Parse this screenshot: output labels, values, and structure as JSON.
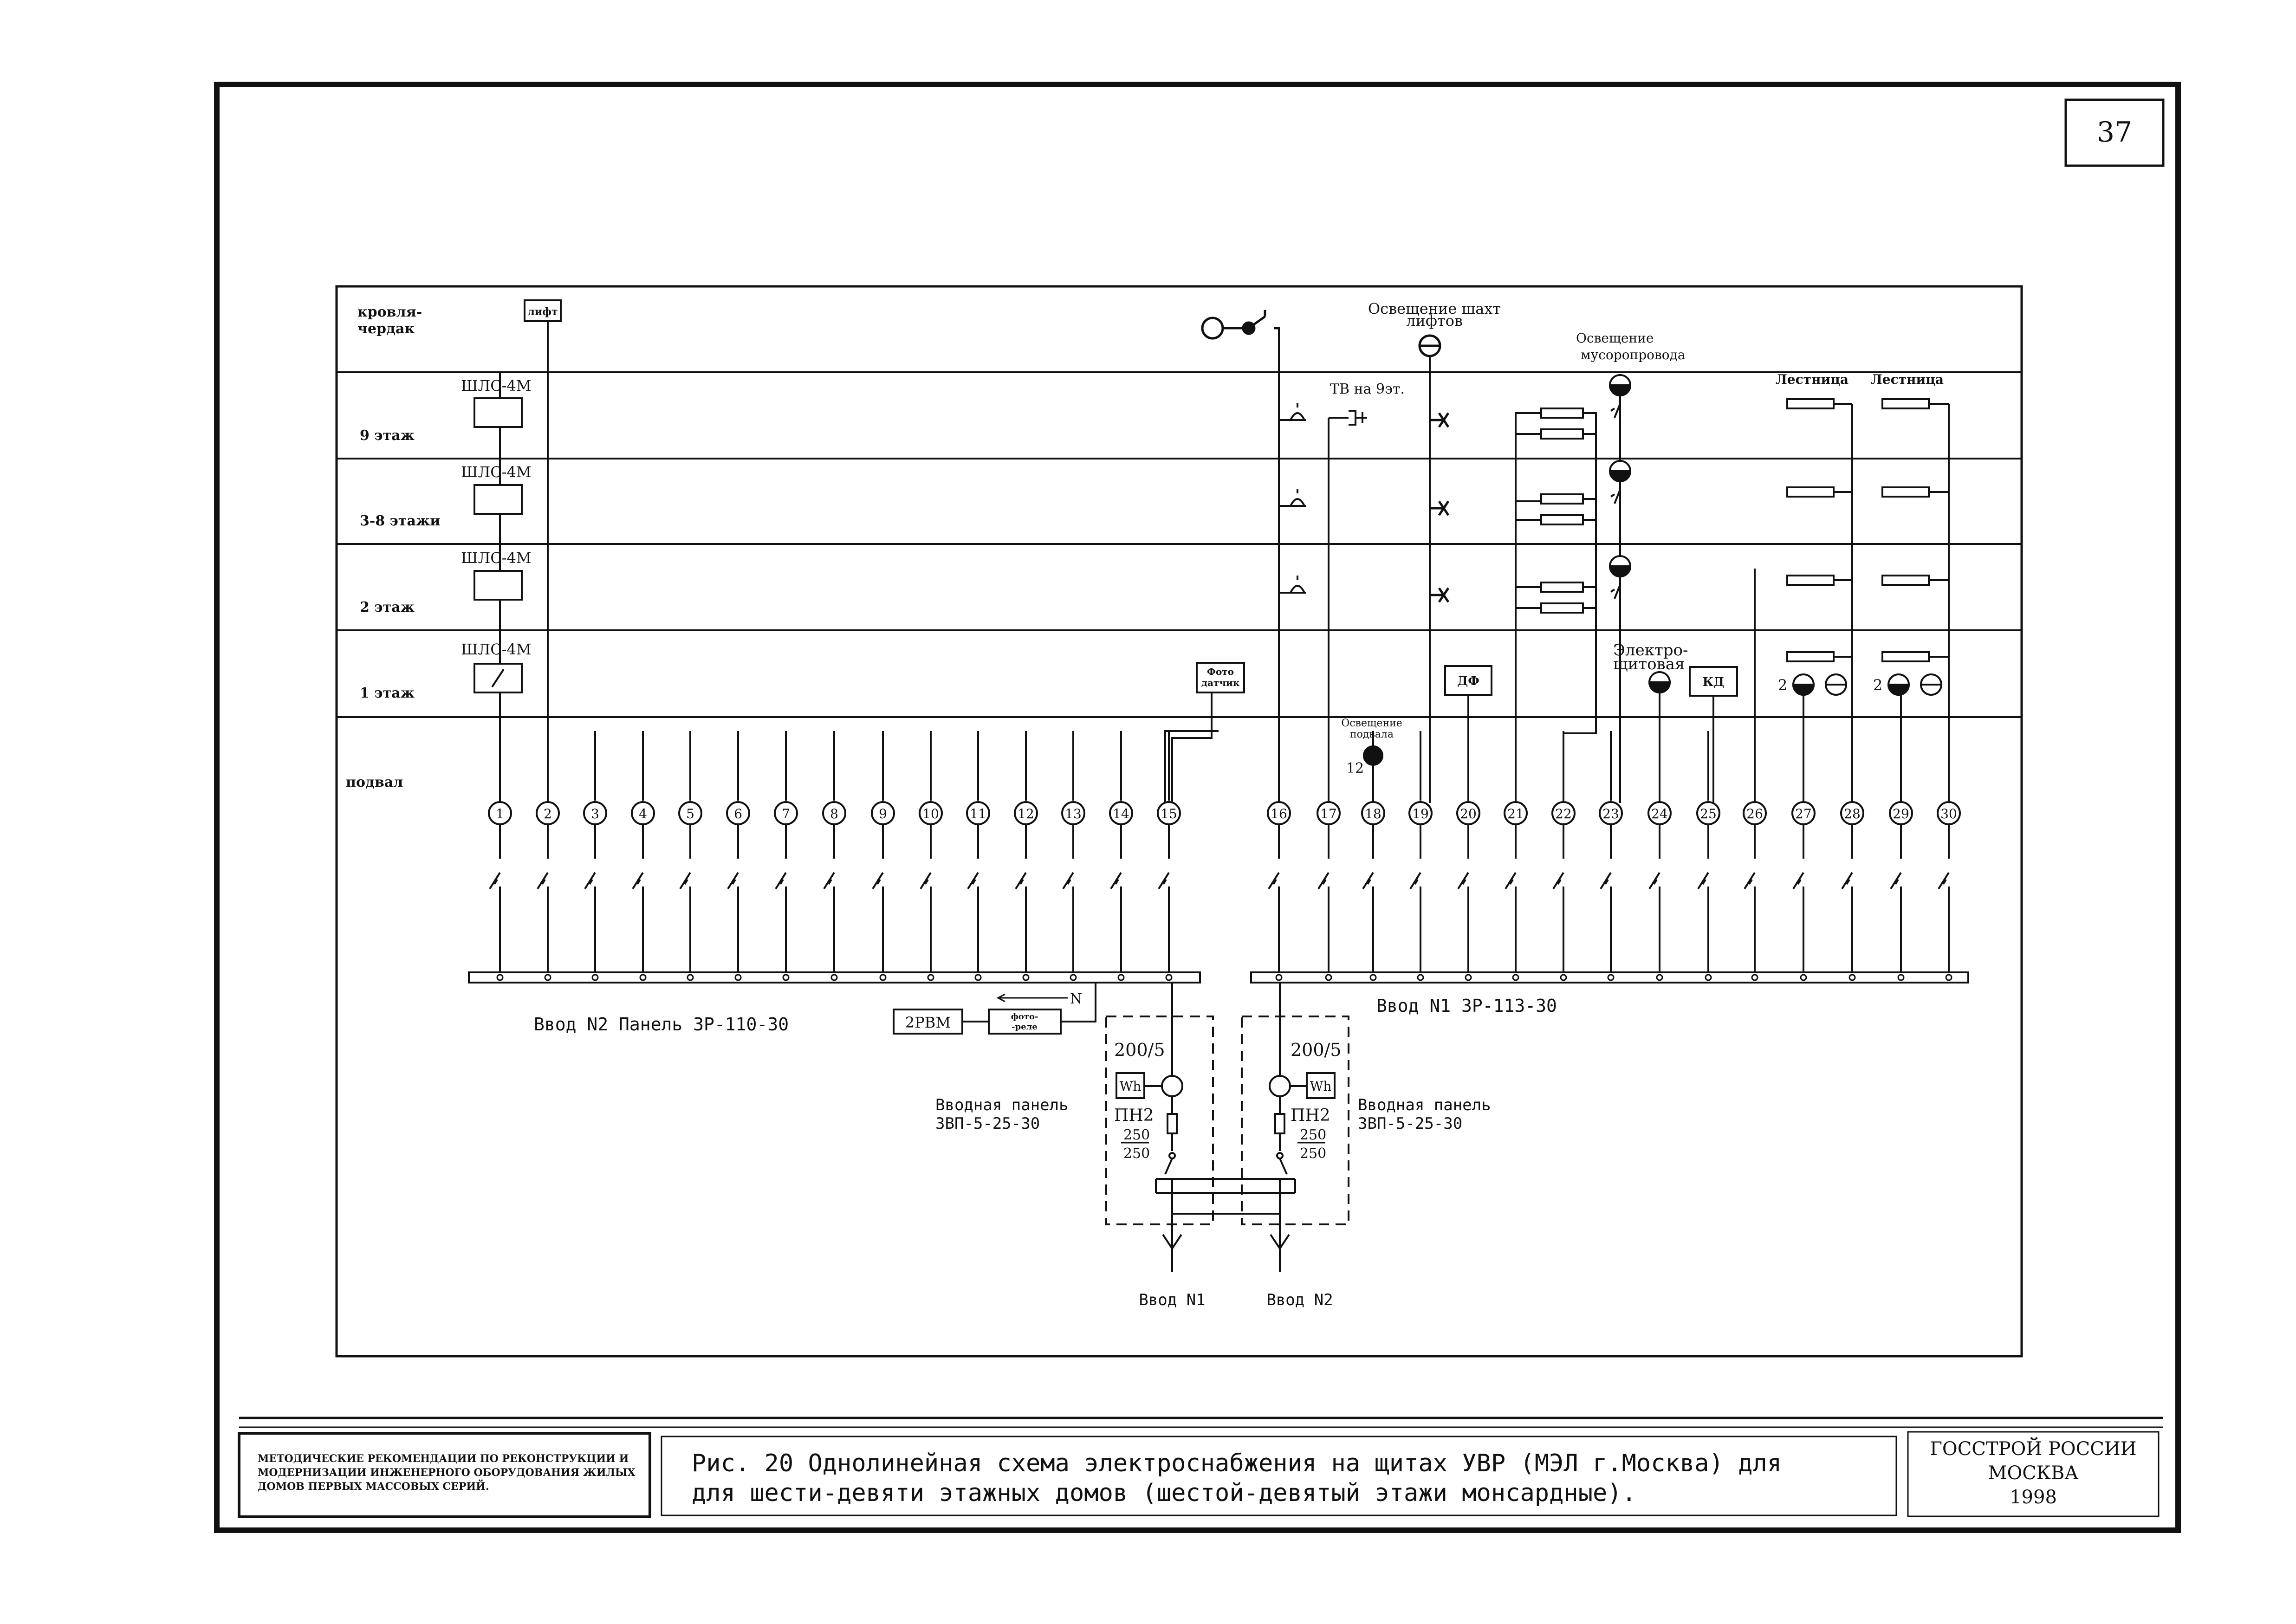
{
  "page_number": "37",
  "floors": {
    "roof": "кровля-\nчердак",
    "f9": "9 этаж",
    "f38": "3-8 этажи",
    "f2": "2 этаж",
    "f1": "1 этаж",
    "basement": "подвал"
  },
  "panel_label": "ШЛС-4М",
  "lift_label": "лифт",
  "top_labels": {
    "shaft_light": "Освещение шахт\nлифтов",
    "tv": "ТВ на 9эт.",
    "chute_light": "Освещение\nмусоропровода",
    "stairs1": "Лестница",
    "stairs2": "Лестница",
    "switchroom": "Электро-\nщитовая",
    "basement_light": "Освещение\nподвала",
    "photo_sensor": "Фото\nдатчик",
    "df": "ДФ",
    "kd": "КД",
    "two_a": "2",
    "two_b": "2",
    "twelve": "12"
  },
  "circuits": [
    "1",
    "2",
    "3",
    "4",
    "5",
    "6",
    "7",
    "8",
    "9",
    "10",
    "11",
    "12",
    "13",
    "14",
    "15",
    "16",
    "17",
    "18",
    "19",
    "20",
    "21",
    "22",
    "23",
    "24",
    "25",
    "26",
    "27",
    "28",
    "29",
    "30"
  ],
  "panels": {
    "left_bus": "Ввод N2 Панель ЗР-110-30",
    "right_bus": "Ввод N1 ЗР-113-30",
    "n_label": "N",
    "rvm": "2РВМ",
    "photo_relay": "фото-\n-реле",
    "ct_left": "200/5",
    "ct_right": "200/5",
    "wh": "Wh",
    "fuse_left": "ПН2",
    "fuse_right": "ПН2",
    "frac_top": "250",
    "frac_bottom": "250",
    "in_panel_left": "Вводная панель\nЗВП-5-25-30",
    "in_panel_right": "Вводная панель\nЗВП-5-25-30",
    "input1": "Ввод N1",
    "input2": "Ввод N2"
  },
  "footer": {
    "left": "МЕТОДИЧЕСКИЕ РЕКОМЕНДАЦИИ ПО РЕКОНСТРУКЦИИ И\nМОДЕРНИЗАЦИИ ИНЖЕНЕРНОГО ОБОРУДОВАНИЯ ЖИЛЫХ\nДОМОВ ПЕРВЫХ МАССОВЫХ СЕРИЙ.",
    "caption": "Рис. 20 Однолинейная схема электроснабжения на щитах УВР (МЭЛ г.Москва) для\nдля шести-девяти этажных домов (шестой-девятый этажи монсардные).",
    "org": "ГОССТРОЙ РОССИИ\nМОСКВА\n1998"
  }
}
